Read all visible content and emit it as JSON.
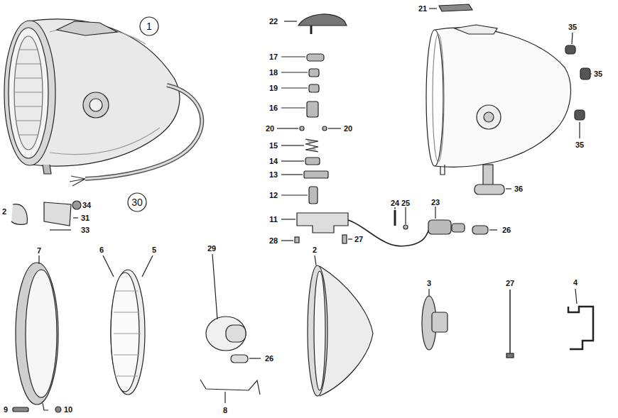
{
  "diagram": {
    "nodes": [
      {
        "text": [
          "1"
        ]
      },
      {
        "text": [
          "30"
        ]
      }
    ],
    "labels": [
      "22",
      "17",
      "18",
      "19",
      "16",
      "20",
      "20",
      "15",
      "14",
      "13",
      "12",
      "11",
      "28",
      "27",
      "21",
      "35",
      "35",
      "35",
      "36",
      "24",
      "25",
      "23",
      "26",
      "2",
      "3",
      "27",
      "4",
      "7",
      "6",
      "5",
      "29",
      "26",
      "8",
      "9",
      "10",
      "34",
      "31",
      "33",
      "2"
    ]
  }
}
